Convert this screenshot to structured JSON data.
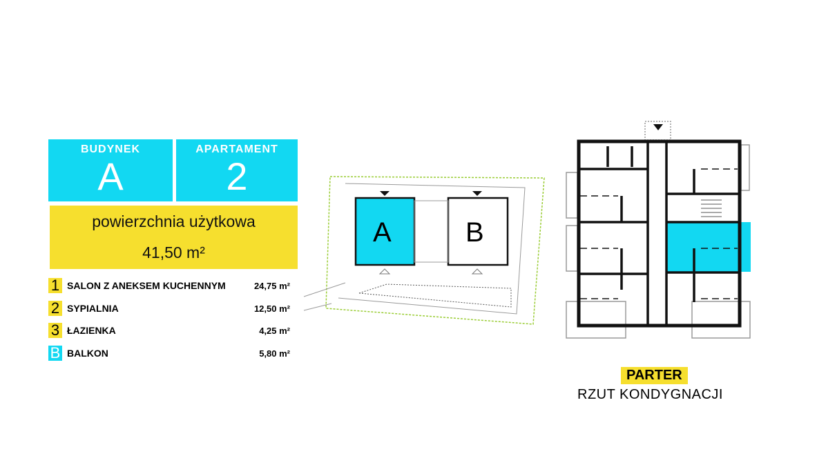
{
  "building": {
    "label": "BUDYNEK",
    "value": "A"
  },
  "apartment": {
    "label": "APARTAMENT",
    "value": "2"
  },
  "area": {
    "label": "powierzchnia użytkowa",
    "value": "41,50 m²"
  },
  "rooms": [
    {
      "num": "1",
      "name": "SALON Z ANEKSEM KUCHENNYM",
      "area": "24,75 m²"
    },
    {
      "num": "2",
      "name": "SYPIALNIA",
      "area": "12,50 m²"
    },
    {
      "num": "3",
      "name": "ŁAZIENKA",
      "area": "4,25 m²"
    },
    {
      "num": "B",
      "name": "BALKON",
      "area": "5,80 m²"
    }
  ],
  "site_plan": {
    "building_a": "A",
    "building_b": "B"
  },
  "floor": {
    "name": "PARTER",
    "subtitle": "RZUT KONDYGNACJI"
  },
  "colors": {
    "cyan": "#12d8f2",
    "yellow": "#f6df2e"
  }
}
